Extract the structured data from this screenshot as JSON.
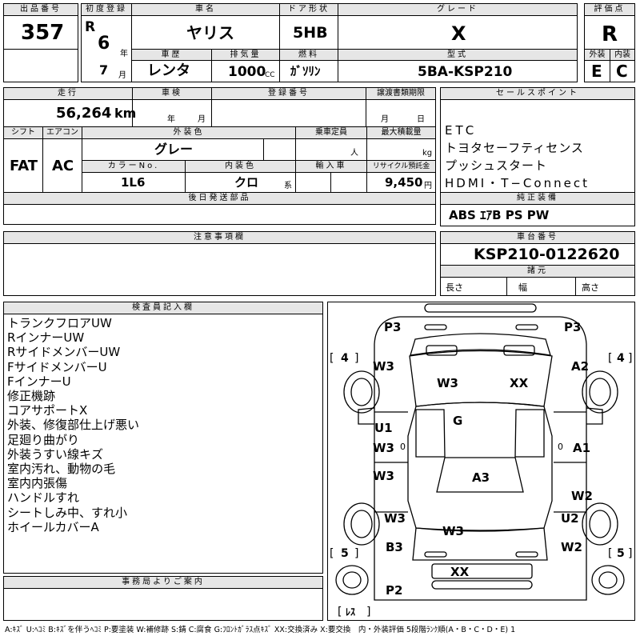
{
  "header": {
    "lot_no_label": "出品番号",
    "lot_no": "357",
    "reg_label": "初度登録",
    "era": "R",
    "year": "6",
    "year_unit": "年",
    "month": "7",
    "month_unit": "月",
    "name_label": "車名",
    "car_name": "ヤリス",
    "door_label": "ドア形状",
    "door": "5HB",
    "grade_label": "グレード",
    "grade": "X",
    "score_label": "評価点",
    "score": "R",
    "history_label": "車歴",
    "history": "レンタ",
    "displacement_label": "排気量",
    "displacement": "1000",
    "cc": "CC",
    "fuel_label": "燃料",
    "fuel": "ｶﾞｿﾘﾝ",
    "model_label": "型式",
    "model": "5BA-KSP210",
    "ext_label": "外装",
    "int_label": "内装",
    "ext": "E",
    "int": "C"
  },
  "row2": {
    "mileage_label": "走行",
    "mileage": "56,264",
    "km": "km",
    "inspection_label": "車検",
    "year_unit": "年",
    "month_unit": "月",
    "reg_no_label": "登録番号",
    "transfer_label": "譲渡書類期限",
    "t_month": "月",
    "t_day": "日",
    "shift_label": "シフト",
    "shift": "FAT",
    "ac_label": "エアコン",
    "ac": "AC",
    "ext_color_label": "外装色",
    "ext_color": "グレー",
    "capacity_label": "乗車定員",
    "capacity_unit": "人",
    "load_label": "最大積載量",
    "load_unit": "kg",
    "color_no_label": "カラーNo.",
    "color_no": "1L6",
    "int_color_label": "内装色",
    "int_color": "クロ",
    "int_color_unit": "系",
    "import_label": "輸入車",
    "recycle_label": "リサイクル預託金",
    "recycle": "9,450",
    "yen": "円",
    "later_parts_label": "後日発送部品"
  },
  "sales": {
    "label": "セールスポイント",
    "items": [
      "ETC",
      "トヨタセーフティセンス",
      "プッシュスタート",
      "HDMI・T−Connect"
    ],
    "equip_label": "純正装備",
    "equip": "ABS ｴｱB PS PW"
  },
  "notes": {
    "label": "注意事項欄"
  },
  "chassis": {
    "label": "車台番号",
    "number": "KSP210-0122620",
    "spec_label": "諸元",
    "length": "長さ",
    "width": "幅",
    "height": "高さ"
  },
  "inspector": {
    "label": "検査員記入欄",
    "lines": [
      "トランクフロアUW",
      "RインナーUW",
      "RサイドメンバーUW",
      "FサイドメンバーU",
      "FインナーU",
      "修正機跡",
      "コアサポートX",
      "外装、修復部仕上げ悪い",
      "足廻り曲がり",
      "外装うすい線キズ",
      "室内汚れ、動物の毛",
      "室内内張傷",
      "ハンドルすれ",
      "シートしみ中、すれ小",
      "ホイールカバーA"
    ]
  },
  "office": {
    "label": "事務局よりご案内"
  },
  "diagram": {
    "p3_left": "P3",
    "p3_right": "P3",
    "bl_tl": "[",
    "n_tl": "4",
    "br_tl": "]",
    "bl_tr": "[",
    "n_tr": "4",
    "br_tr": "]",
    "w3_lf": "W3",
    "a2": "A2",
    "w3_hood": "W3",
    "xx_hood": "XX",
    "g": "G",
    "u1": "U1",
    "w3_lfd": "W3",
    "zero_l": "0",
    "a1": "A1",
    "zero_r": "0",
    "w3_lrd": "W3",
    "a3": "A3",
    "w2_rd": "W2",
    "w3_lr": "W3",
    "u2": "U2",
    "w3_trunk": "W3",
    "b3": "B3",
    "w2_rr": "W2",
    "bl_bl": "[",
    "n_bl": "5",
    "br_bl": "]",
    "bl_br": "[",
    "n_br": "5",
    "br_br": "]",
    "xx_rear": "XX",
    "p2": "P2",
    "les_l": "[",
    "les": "ﾚｽ",
    "les_r": "]"
  },
  "legend": "A:ｷｽﾞ U:ﾍｺﾐ B:ｷｽﾞを伴うﾍｺﾐ P:要塗装 W:補修跡 S:錆 C:腐食 G:ﾌﾛﾝﾄｶﾞﾗｽ点ｷｽﾞ XX:交換済み X:要交換　内・外装評価 5段階ﾗﾝｸ順(A・B・C・D・E) 1"
}
